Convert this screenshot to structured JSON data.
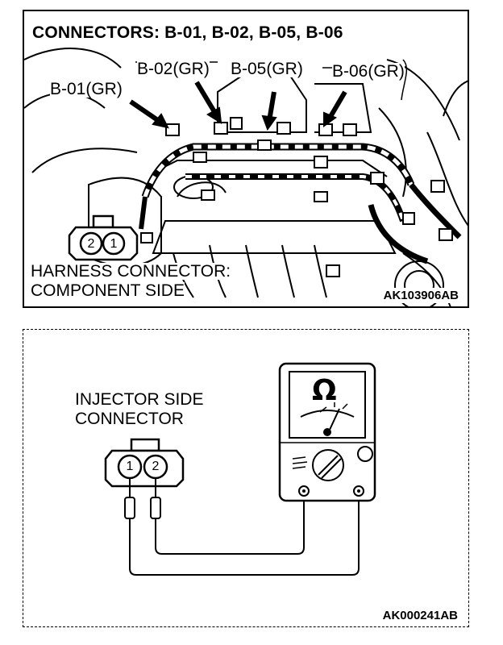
{
  "top_panel": {
    "title": "CONNECTORS: B-01, B-02, B-05, B-06",
    "labels": {
      "b01": "B-01(GR)",
      "b02": "B-02(GR)",
      "b05": "B-05(GR)",
      "b06": "B-06(GR)"
    },
    "connector_view_line1": "HARNESS CONNECTOR:",
    "connector_view_line2": "COMPONENT SIDE",
    "pin_left": "2",
    "pin_right": "1",
    "figure_code": "AK103906AB"
  },
  "bottom_panel": {
    "label_line1": "INJECTOR SIDE",
    "label_line2": "CONNECTOR",
    "pin_left": "1",
    "pin_right": "2",
    "meter_symbol": "Ω",
    "figure_code": "AK000241AB"
  }
}
